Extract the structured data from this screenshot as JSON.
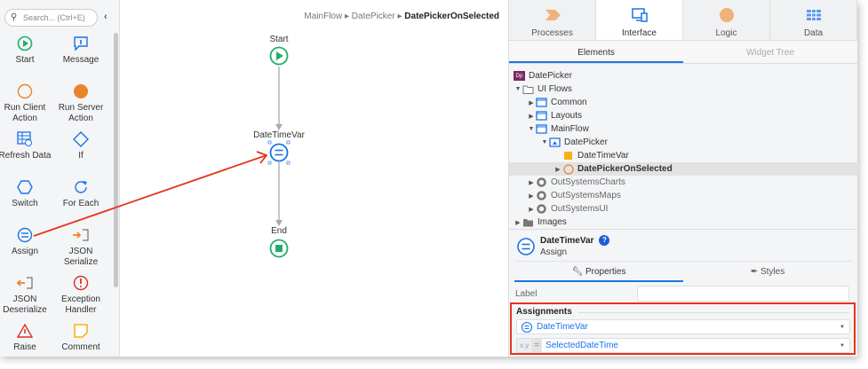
{
  "toolbox": {
    "search_placeholder": "Search... (Ctrl+E)",
    "tools": [
      {
        "label": "Start",
        "icon": "start-icon"
      },
      {
        "label": "Message",
        "icon": "message-icon"
      },
      {
        "label": "Run Client Action",
        "icon": "run-client-action-icon"
      },
      {
        "label": "Run Server Action",
        "icon": "run-server-action-icon"
      },
      {
        "label": "Refresh Data",
        "icon": "refresh-data-icon"
      },
      {
        "label": "If",
        "icon": "if-icon"
      },
      {
        "label": "Switch",
        "icon": "switch-icon"
      },
      {
        "label": "For Each",
        "icon": "for-each-icon"
      },
      {
        "label": "Assign",
        "icon": "assign-icon"
      },
      {
        "label": "JSON Serialize",
        "icon": "json-serialize-icon"
      },
      {
        "label": "JSON Deserialize",
        "icon": "json-deserialize-icon"
      },
      {
        "label": "Exception Handler",
        "icon": "exception-handler-icon"
      },
      {
        "label": "Raise",
        "icon": "raise-icon"
      },
      {
        "label": "Comment",
        "icon": "comment-icon"
      }
    ]
  },
  "breadcrumb": {
    "items": [
      "MainFlow",
      "DatePicker"
    ],
    "current": "DatePickerOnSelected"
  },
  "flow": {
    "start": "Start",
    "assign": "DateTimeVar",
    "end": "End"
  },
  "panel": {
    "tabs": [
      "Processes",
      "Interface",
      "Logic",
      "Data"
    ],
    "subtabs": [
      "Elements",
      "Widget Tree"
    ],
    "tree": {
      "root": "DatePicker",
      "ui_flows": "UI Flows",
      "common": "Common",
      "layouts": "Layouts",
      "mainflow": "MainFlow",
      "screen": "DatePicker",
      "var": "DateTimeVar",
      "action": "DatePickerOnSelected",
      "charts": "OutSystemsCharts",
      "maps": "OutSystemsMaps",
      "ui": "OutSystemsUI",
      "images": "Images"
    },
    "element": {
      "name": "DateTimeVar",
      "type": "Assign",
      "help": "?"
    },
    "prop_tabs": [
      "Properties",
      "Styles"
    ],
    "label_field": {
      "label": "Label",
      "value": ""
    },
    "assignments": {
      "title": "Assignments",
      "variable": "DateTimeVar",
      "xy": "x.y",
      "eq": "=",
      "value": "SelectedDateTime"
    }
  },
  "colors": {
    "accent": "#1a73e8",
    "highlight": "#e8331c",
    "start_green": "#1fae6a",
    "orange": "#e8842a"
  }
}
